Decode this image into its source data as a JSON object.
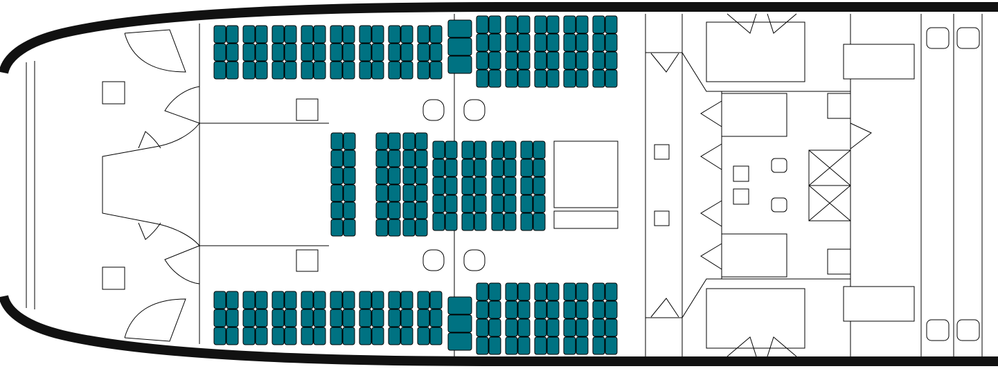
{
  "colors": {
    "seat": "#007282",
    "hull": "#111111",
    "lines": "#000000",
    "background": "#ffffff"
  },
  "seating": {
    "rows": [
      3,
      4,
      6,
      5
    ]
  }
}
